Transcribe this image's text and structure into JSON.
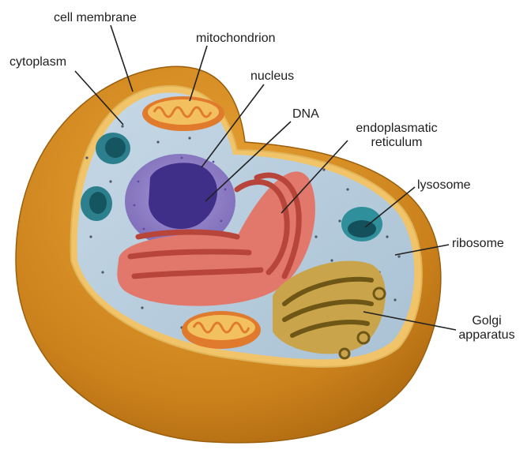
{
  "labels": {
    "cell_membrane": "cell membrane",
    "mitochondrion": "mitochondrion",
    "cytoplasm": "cytoplasm",
    "nucleus": "nucleus",
    "dna": "DNA",
    "er_line1": "endoplasmatic",
    "er_line2": "reticulum",
    "lysosome": "lysosome",
    "ribosome": "ribosome",
    "golgi_line1": "Golgi",
    "golgi_line2": "apparatus"
  },
  "colors": {
    "membrane": "#d08a1e",
    "membrane_dark": "#b56f12",
    "cytoplasm": "#b7cfdf",
    "nucleus": "#8e7fc4",
    "nucleolus": "#4a3a8c",
    "endoplasmic_reticulum": "#e8786a",
    "mitochondrion": "#e8893a",
    "lysosome": "#2a8a96",
    "golgi": "#c9a64a"
  }
}
